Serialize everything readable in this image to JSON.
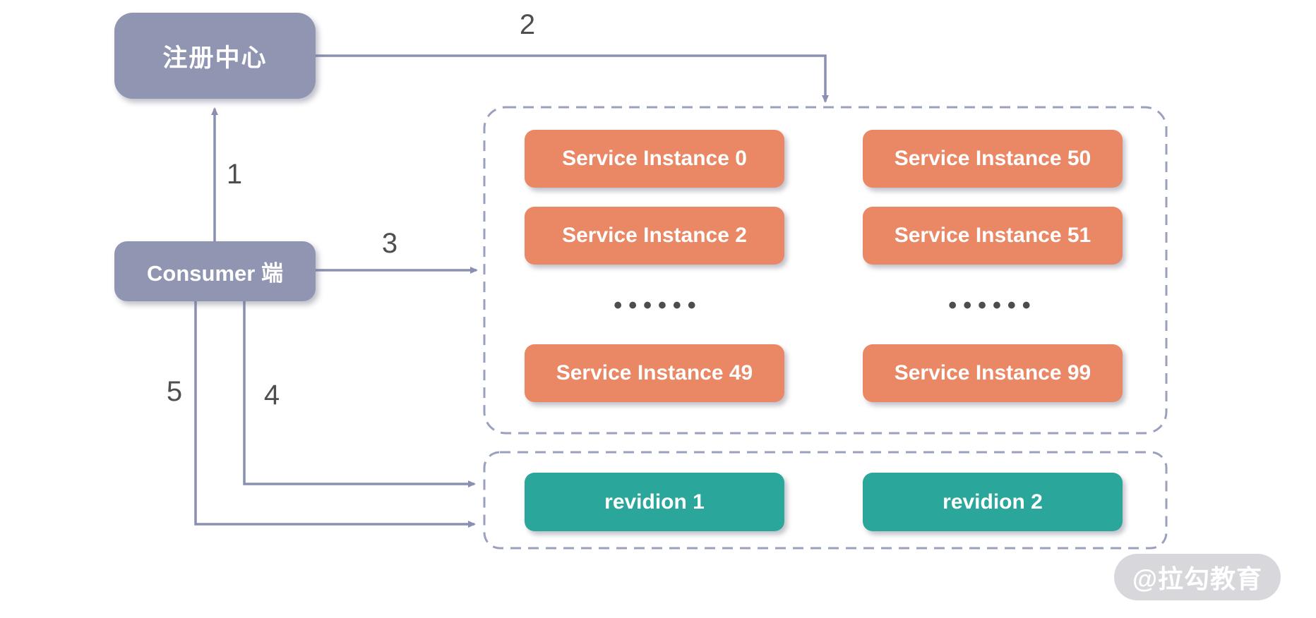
{
  "colors": {
    "node": "#9095B2",
    "instance": "#EA8765",
    "revision": "#2AA79A",
    "arrow": "#8A90B2",
    "dash": "#9AA0BE",
    "label": "#4F4F4F",
    "watermark-bg": "#D8D8DC",
    "watermark-text": "#FFFFFF"
  },
  "nodes": {
    "registry": {
      "label": "注册中心"
    },
    "consumer": {
      "label": "Consumer 端"
    }
  },
  "service_cluster": {
    "instances": [
      {
        "label": "Service Instance 0"
      },
      {
        "label": "Service Instance 2"
      },
      {
        "label": "Service Instance 49"
      },
      {
        "label": "Service Instance 50"
      },
      {
        "label": "Service Instance 51"
      },
      {
        "label": "Service Instance 99"
      }
    ],
    "ellipsis_left": "••••••",
    "ellipsis_right": "••••••"
  },
  "revision_cluster": {
    "revisions": [
      {
        "label": "revidion 1"
      },
      {
        "label": "revidion 2"
      }
    ]
  },
  "connector_labels": [
    {
      "label": "1"
    },
    {
      "label": "2"
    },
    {
      "label": "3"
    },
    {
      "label": "4"
    },
    {
      "label": "5"
    }
  ],
  "watermark": {
    "label": "@拉勾教育"
  }
}
